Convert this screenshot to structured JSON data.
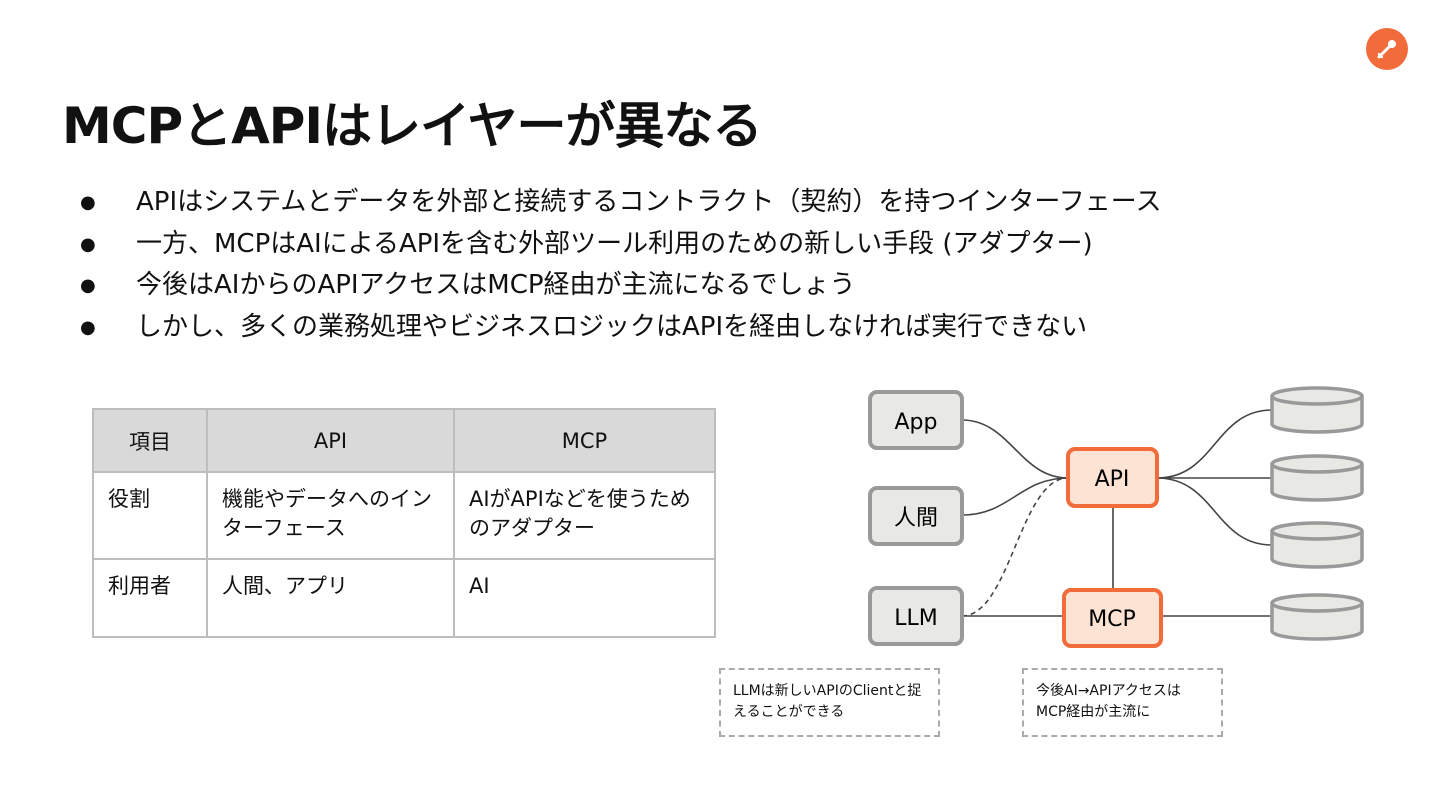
{
  "title": "MCPとAPIはレイヤーが異なる",
  "bullets": [
    "APIはシステムとデータを外部と接続するコントラクト（契約）を持つインターフェース",
    "一方、MCPはAIによるAPIを含む外部ツール利用のための新しい手段 (アダプター)",
    "今後はAIからのAPIアクセスはMCP経由が主流になるでしょう",
    "しかし、多くの業務処理やビジネスロジックはAPIを経由しなければ実行できない"
  ],
  "table": {
    "headers": [
      "項目",
      "API",
      "MCP"
    ],
    "rows": [
      [
        "役割",
        "機能やデータへのインターフェース",
        "AIがAPIなどを使うためのアダプター"
      ],
      [
        "利用者",
        "人間、アプリ",
        "AI"
      ]
    ]
  },
  "diagram": {
    "nodes": {
      "app": "App",
      "human": "人間",
      "llm": "LLM",
      "api": "API",
      "mcp": "MCP"
    },
    "notes": {
      "llm_note": "LLMは新しいAPIのClientと捉えることができる",
      "mcp_note": "今後AI→APIアクセスはMCP経由が主流に"
    }
  },
  "colors": {
    "accent": "#f26b3a",
    "accent_fill": "#fde3d3",
    "node_fill": "#e8e8e4",
    "node_border": "#999999",
    "header_fill": "#d9d9d9"
  },
  "icons": {
    "logo": "postman-astronaut-icon",
    "database": "database-cylinder-icon"
  }
}
